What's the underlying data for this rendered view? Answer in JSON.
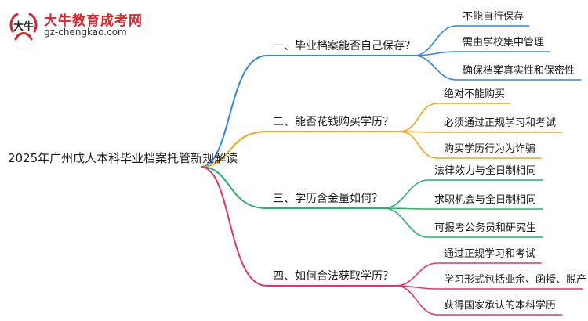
{
  "brand": {
    "name": "大牛教育成考网",
    "url": "gz-chengkao.com",
    "logo_glyph": "大牛"
  },
  "root": {
    "label": "2025年广州成人本科毕业档案托管新规解读"
  },
  "branches": [
    {
      "label": "一、毕业档案能否自己保存？",
      "color": "#2f86e6",
      "leaves": [
        "不能自行保存",
        "需由学校集中管理",
        "确保档案真实性和保密性"
      ]
    },
    {
      "label": "二、能否花钱购买学历？",
      "color": "#f2a516",
      "leaves": [
        "绝对不能购买",
        "必须通过正规学习和考试",
        "购买学历行为为诈骗"
      ]
    },
    {
      "label": "三、学历含金量如何？",
      "color": "#25b168",
      "leaves": [
        "法律效力与全日制相同",
        "求职机会与全日制相同",
        "可报考公务员和研究生"
      ]
    },
    {
      "label": "四、如何合法获取学历？",
      "color": "#e6336f",
      "leaves": [
        "通过正规学习和考试",
        "学习形式包括业余、函授、脱产",
        "获得国家承认的本科学历"
      ]
    }
  ]
}
